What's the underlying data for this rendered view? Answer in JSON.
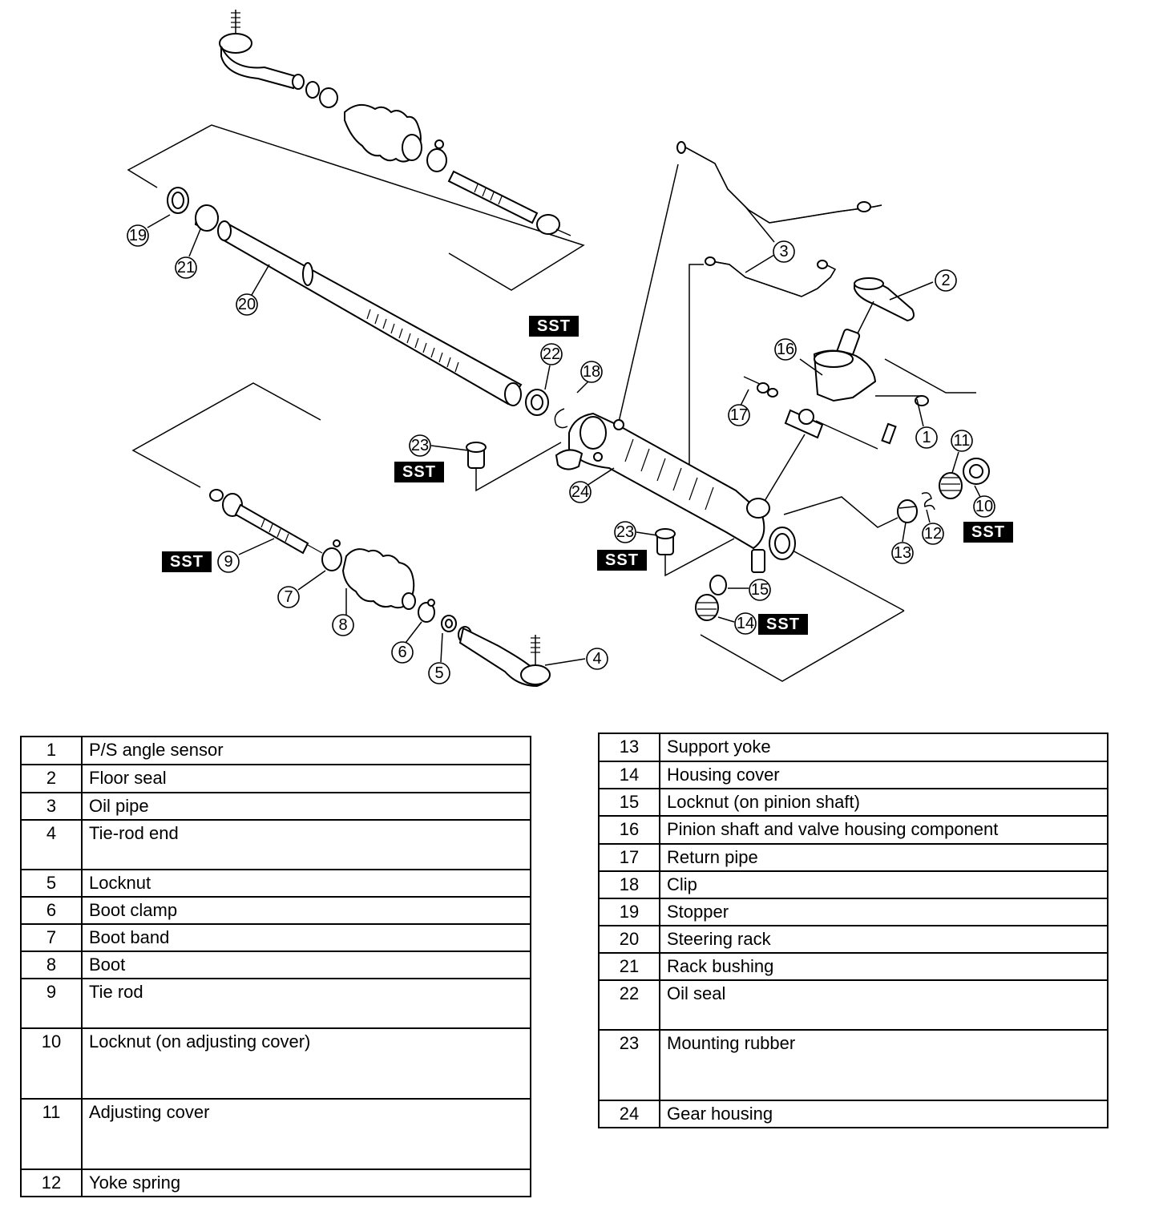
{
  "callouts": [
    {
      "id": "1",
      "label": "1"
    },
    {
      "id": "2",
      "label": "2"
    },
    {
      "id": "3",
      "label": "3"
    },
    {
      "id": "4",
      "label": "4"
    },
    {
      "id": "5",
      "label": "5"
    },
    {
      "id": "6",
      "label": "6"
    },
    {
      "id": "7",
      "label": "7"
    },
    {
      "id": "8",
      "label": "8"
    },
    {
      "id": "9",
      "label": "9"
    },
    {
      "id": "10",
      "label": "10"
    },
    {
      "id": "11",
      "label": "11"
    },
    {
      "id": "12",
      "label": "12"
    },
    {
      "id": "13",
      "label": "13"
    },
    {
      "id": "14",
      "label": "14"
    },
    {
      "id": "15",
      "label": "15"
    },
    {
      "id": "16",
      "label": "16"
    },
    {
      "id": "17",
      "label": "17"
    },
    {
      "id": "18",
      "label": "18"
    },
    {
      "id": "19",
      "label": "19"
    },
    {
      "id": "20",
      "label": "20"
    },
    {
      "id": "21",
      "label": "21"
    },
    {
      "id": "22",
      "label": "22"
    },
    {
      "id": "23a",
      "label": "23"
    },
    {
      "id": "23b",
      "label": "23"
    },
    {
      "id": "24",
      "label": "24"
    }
  ],
  "sst_label": "SST",
  "legend_left": [
    {
      "num": "1",
      "name": "P/S angle sensor"
    },
    {
      "num": "2",
      "name": "Floor seal"
    },
    {
      "num": "3",
      "name": "Oil pipe"
    },
    {
      "num": "4",
      "name": "Tie-rod end"
    },
    {
      "num": "5",
      "name": "Locknut"
    },
    {
      "num": "6",
      "name": "Boot clamp"
    },
    {
      "num": "7",
      "name": "Boot band"
    },
    {
      "num": "8",
      "name": "Boot"
    },
    {
      "num": "9",
      "name": "Tie rod"
    },
    {
      "num": "10",
      "name": "Locknut (on adjusting cover)"
    },
    {
      "num": "11",
      "name": "Adjusting cover"
    },
    {
      "num": "12",
      "name": "Yoke spring"
    }
  ],
  "legend_right": [
    {
      "num": "13",
      "name": "Support yoke"
    },
    {
      "num": "14",
      "name": "Housing cover"
    },
    {
      "num": "15",
      "name": "Locknut (on pinion shaft)"
    },
    {
      "num": "16",
      "name": "Pinion shaft and valve housing component"
    },
    {
      "num": "17",
      "name": "Return pipe"
    },
    {
      "num": "18",
      "name": "Clip"
    },
    {
      "num": "19",
      "name": "Stopper"
    },
    {
      "num": "20",
      "name": "Steering rack"
    },
    {
      "num": "21",
      "name": "Rack bushing"
    },
    {
      "num": "22",
      "name": "Oil seal"
    },
    {
      "num": "23",
      "name": "Mounting rubber"
    },
    {
      "num": "24",
      "name": "Gear housing"
    }
  ]
}
